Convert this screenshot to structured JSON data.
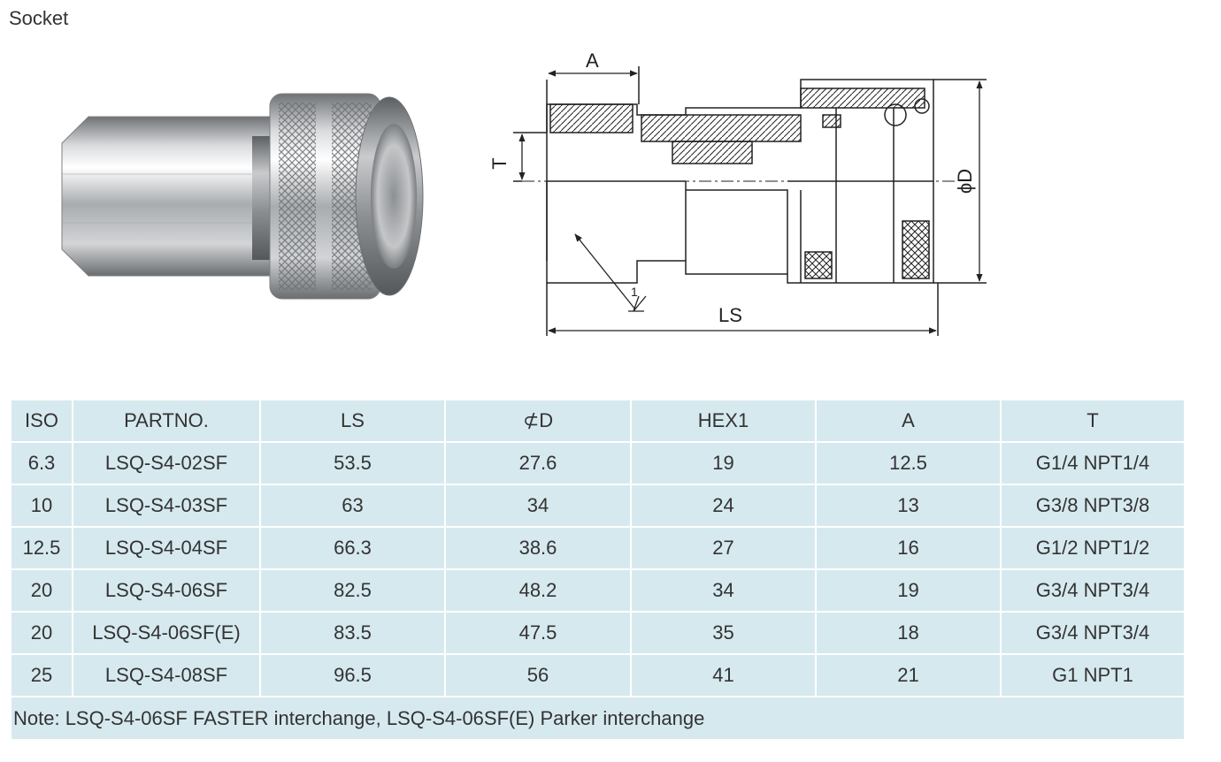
{
  "page": {
    "title": "Socket"
  },
  "drawing": {
    "labels": {
      "a": "A",
      "t": "T",
      "d": "ϕD",
      "ls": "LS",
      "thread_mark": "1"
    }
  },
  "table": {
    "headers": [
      "ISO",
      "PARTNO.",
      "LS",
      "⊄D",
      "HEX1",
      "A",
      "T"
    ],
    "rows": [
      [
        "6.3",
        "LSQ-S4-02SF",
        "53.5",
        "27.6",
        "19",
        "12.5",
        "G1/4 NPT1/4"
      ],
      [
        "10",
        "LSQ-S4-03SF",
        "63",
        "34",
        "24",
        "13",
        "G3/8 NPT3/8"
      ],
      [
        "12.5",
        "LSQ-S4-04SF",
        "66.3",
        "38.6",
        "27",
        "16",
        "G1/2 NPT1/2"
      ],
      [
        "20",
        "LSQ-S4-06SF",
        "82.5",
        "48.2",
        "34",
        "19",
        "G3/4 NPT3/4"
      ],
      [
        "20",
        "LSQ-S4-06SF(E)",
        "83.5",
        "47.5",
        "35",
        "18",
        "G3/4 NPT3/4"
      ],
      [
        "25",
        "LSQ-S4-08SF",
        "96.5",
        "56",
        "41",
        "21",
        "G1 NPT1"
      ]
    ],
    "note": "Note: LSQ-S4-06SF FASTER interchange, LSQ-S4-06SF(E) Parker interchange"
  }
}
